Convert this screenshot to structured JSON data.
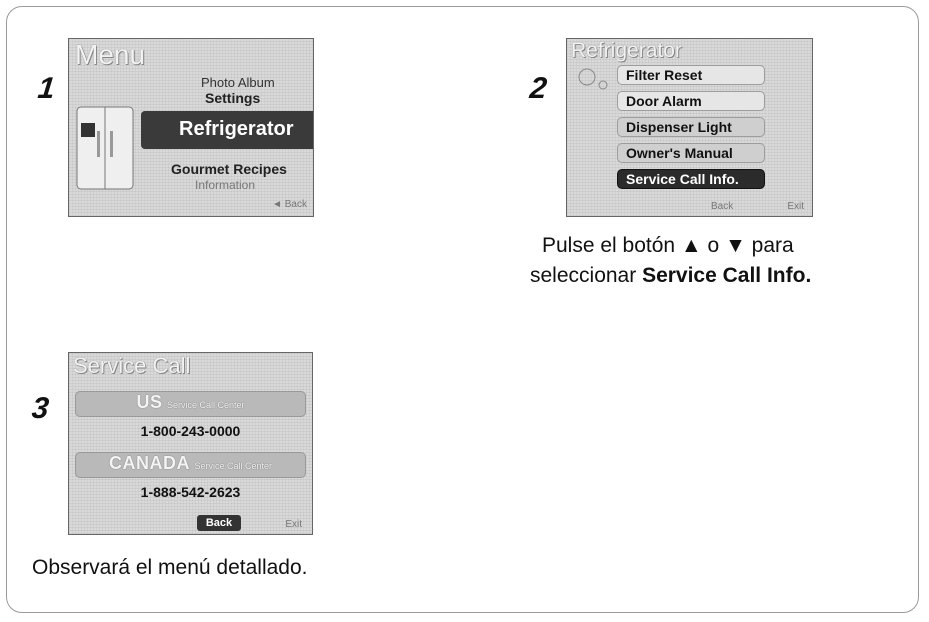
{
  "steps": [
    {
      "number": "1",
      "screen": {
        "title": "Menu",
        "items": [
          "Photo Album",
          "Settings",
          "Refrigerator",
          "Gourmet Recipes",
          "Information"
        ],
        "selected": "Refrigerator",
        "back_label": "◄ Back"
      }
    },
    {
      "number": "2",
      "screen": {
        "title": "Refrigerator",
        "items": [
          "Filter Reset",
          "Door Alarm",
          "Dispenser Light",
          "Owner's Manual",
          "Service Call Info."
        ],
        "selected": "Service Call Info.",
        "back_label": "Back",
        "exit_label": "Exit"
      },
      "caption_line1": "Pulse el botón ▲ o ▼ para",
      "caption_line2_prefix": "seleccionar ",
      "caption_line2_bold": "Service Call Info."
    },
    {
      "number": "3",
      "screen": {
        "title": "Service Call",
        "us_label": "US",
        "us_sub": "Service Call Center",
        "us_phone": "1-800-243-0000",
        "ca_label": "CANADA",
        "ca_sub": "Service Call Center",
        "ca_phone": "1-888-542-2623",
        "back_label": "Back",
        "exit_label": "Exit"
      },
      "caption": "Observará el menú detallado."
    }
  ]
}
